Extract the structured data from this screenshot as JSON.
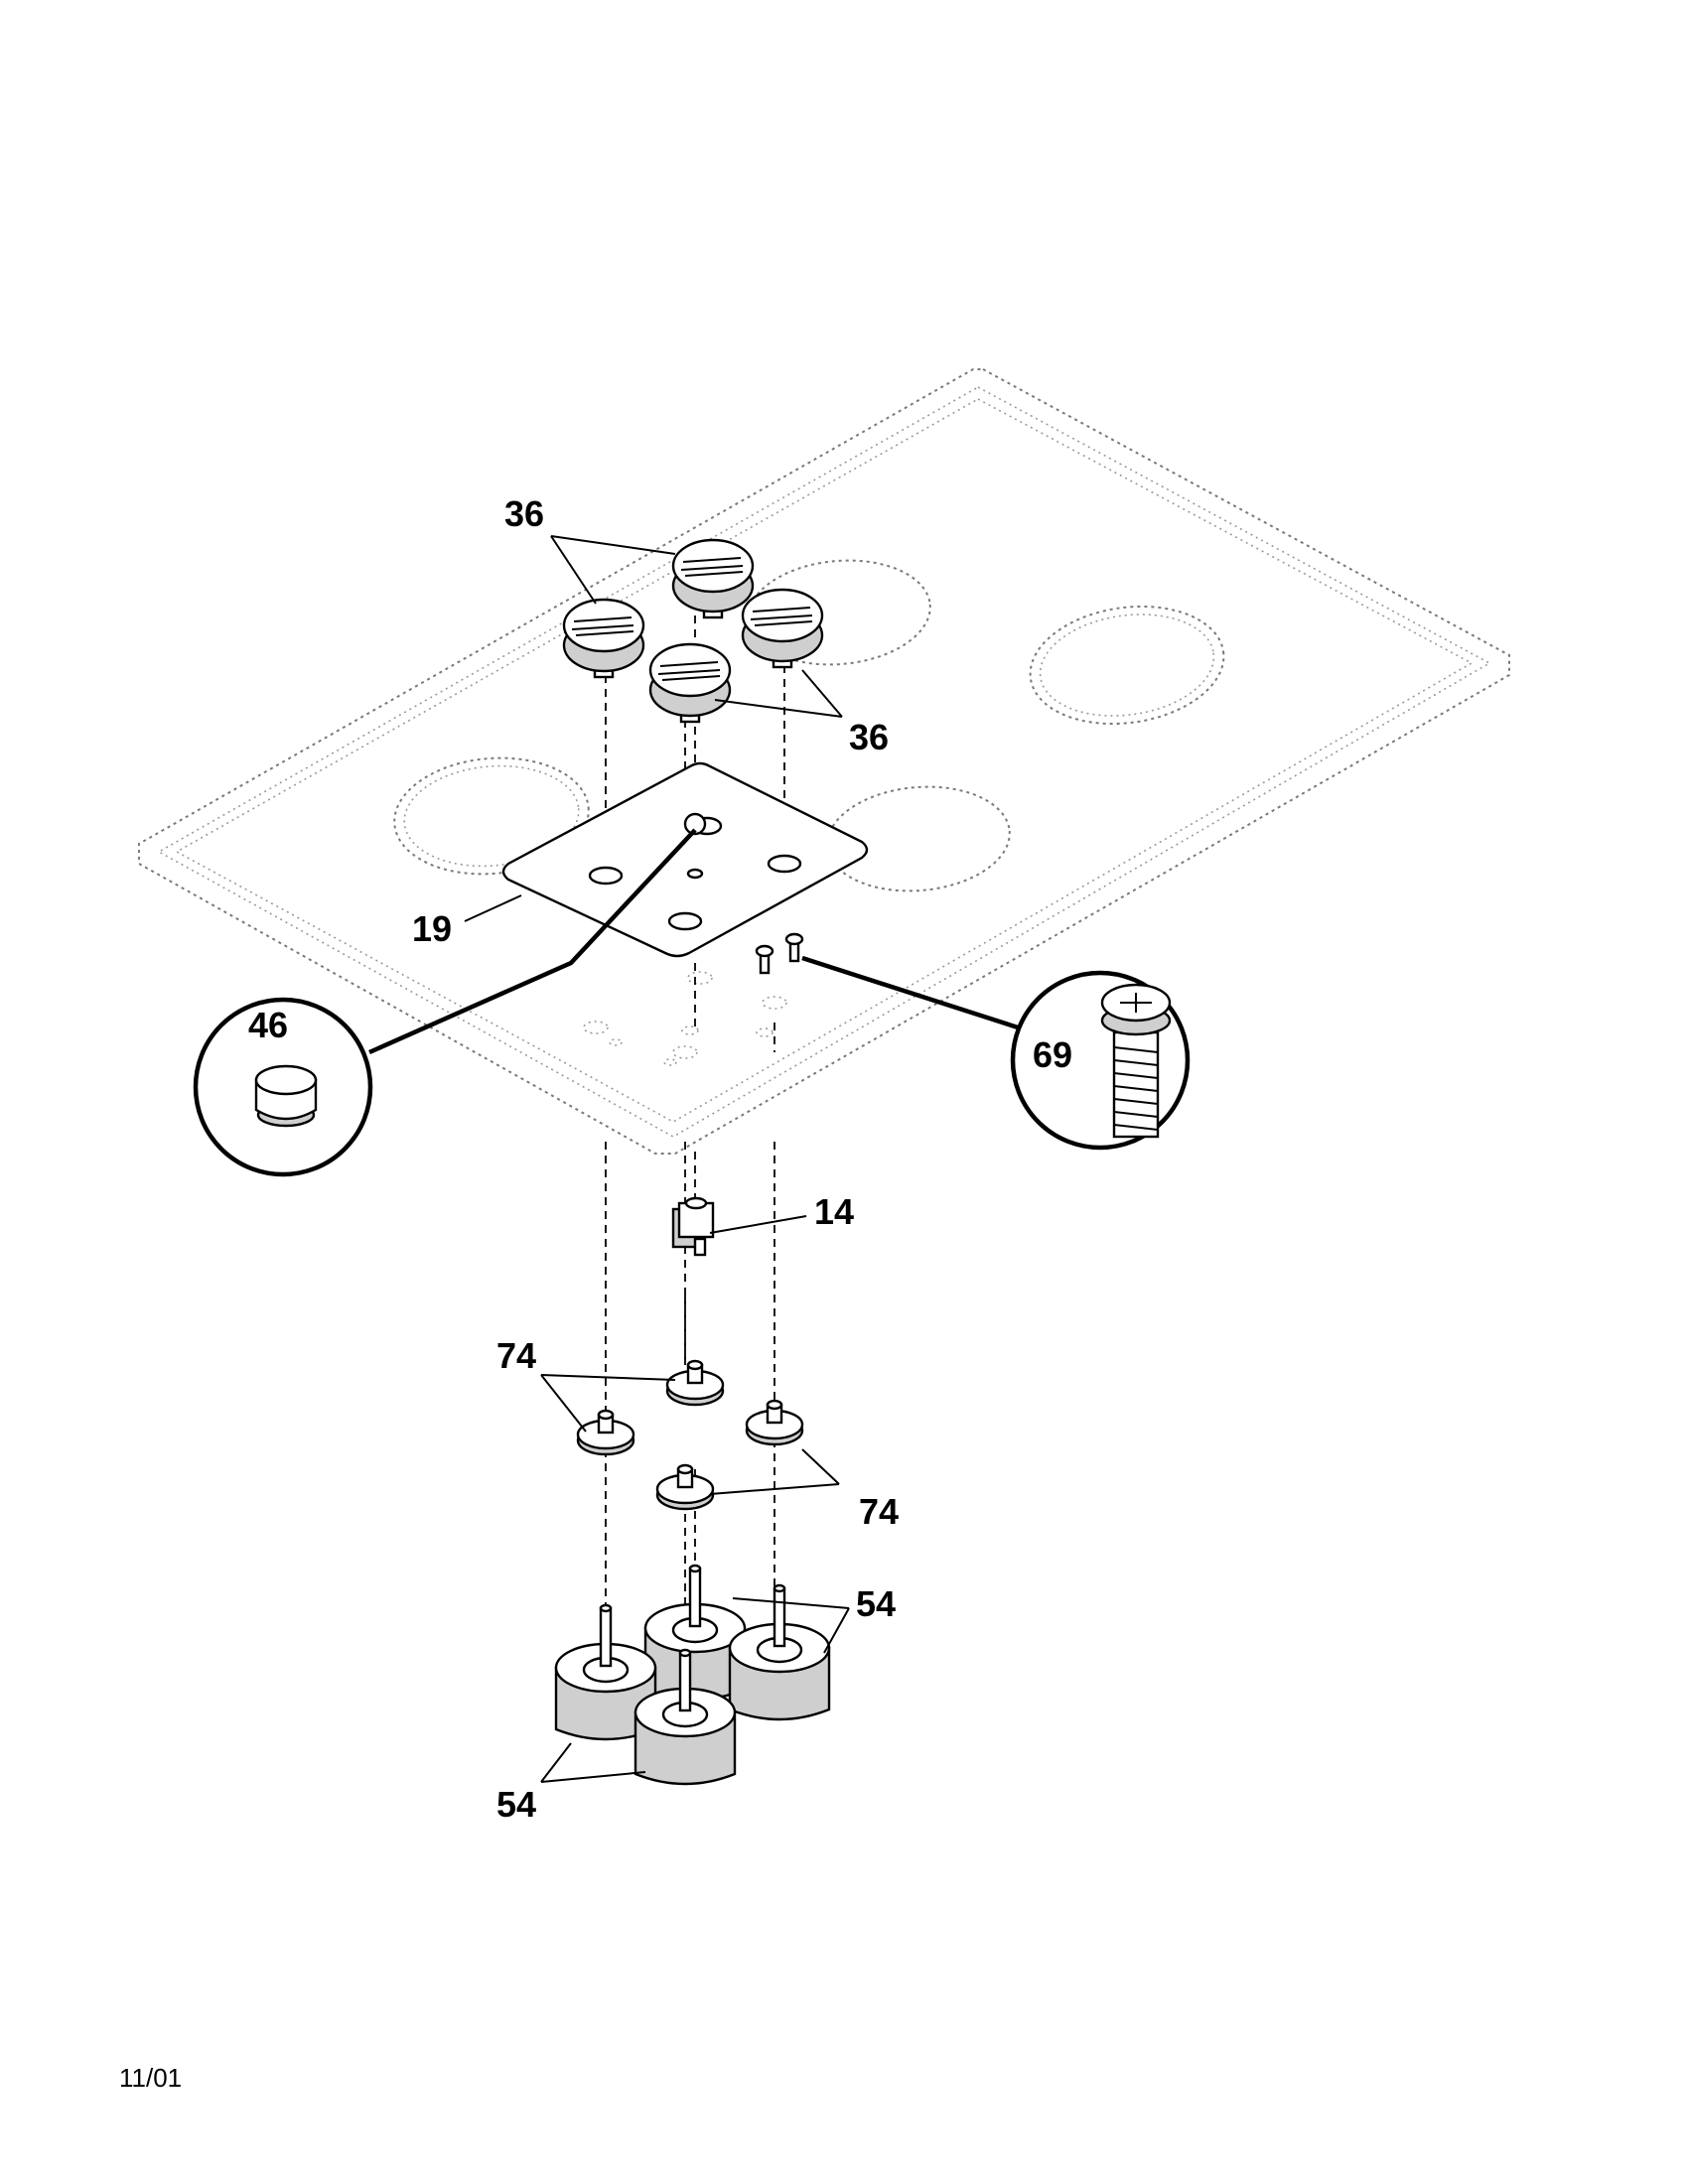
{
  "labels": {
    "knob_left": "36",
    "knob_right": "36",
    "control_panel": "19",
    "plug_button": "46",
    "screw": "69",
    "switch": "14",
    "mount_left": "74",
    "mount_right": "74",
    "infinite_switch_right": "54",
    "infinite_switch_left": "54"
  },
  "footer": {
    "date": "11/01"
  }
}
